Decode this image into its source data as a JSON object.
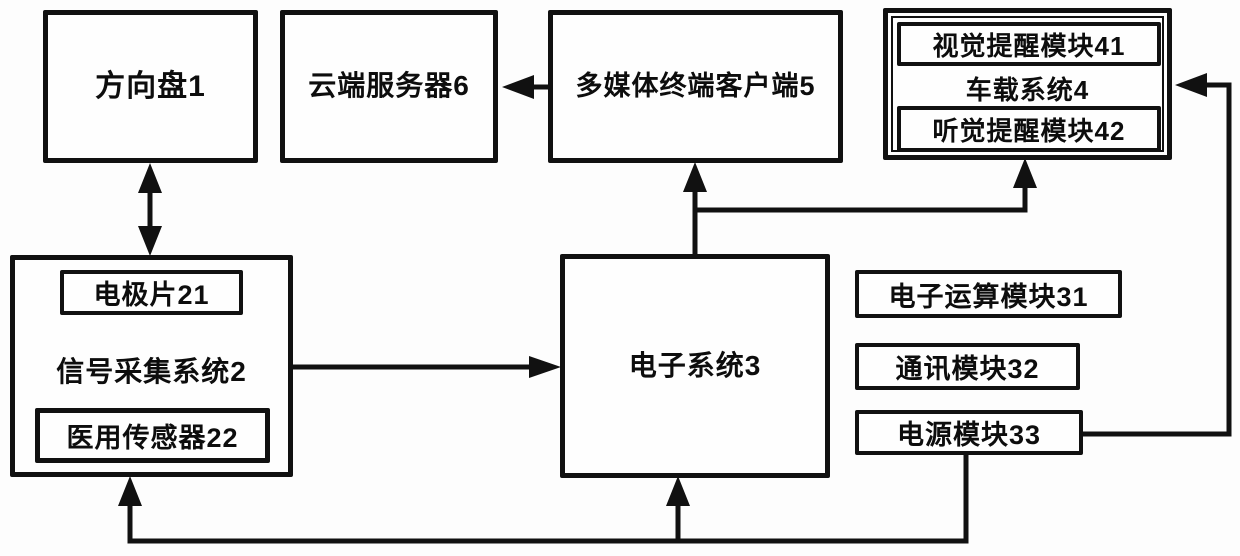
{
  "diagram": {
    "type": "patent-block-diagram",
    "colors": {
      "line": "#111111",
      "background": "#fdfdfd",
      "text": "#0d0d0d"
    },
    "nodes": {
      "steering_wheel": {
        "label": "方向盘1"
      },
      "cloud_server": {
        "label": "云端服务器6"
      },
      "multimedia_client": {
        "label": "多媒体终端客户端5"
      },
      "vehicle_system": {
        "label": "车载系统4"
      },
      "visual_reminder_module": {
        "label": "视觉提醒模块41"
      },
      "auditory_reminder_module": {
        "label": "听觉提醒模块42"
      },
      "signal_acquisition_system": {
        "label": "信号采集系统2"
      },
      "electrode_pad": {
        "label": "电极片21"
      },
      "medical_sensor": {
        "label": "医用传感器22"
      },
      "electronic_system": {
        "label": "电子系统3"
      },
      "computing_module": {
        "label": "电子运算模块31"
      },
      "communication_module": {
        "label": "通讯模块32"
      },
      "power_module": {
        "label": "电源模块33"
      }
    },
    "connections": [
      {
        "from": "steering_wheel",
        "to": "signal_acquisition_system",
        "style": "double-arrow"
      },
      {
        "from": "multimedia_client",
        "to": "cloud_server",
        "style": "arrow"
      },
      {
        "from": "signal_acquisition_system",
        "to": "electronic_system",
        "style": "arrow"
      },
      {
        "from": "electronic_system",
        "to": "multimedia_client",
        "style": "arrow"
      },
      {
        "from": "electronic_system",
        "to": "vehicle_system",
        "style": "arrow"
      },
      {
        "from": "power_module",
        "to": "vehicle_system",
        "style": "arrow"
      },
      {
        "from": "power_module",
        "to": "signal_acquisition_system",
        "style": "arrow"
      },
      {
        "from": "power_module",
        "to": "electronic_system",
        "style": "arrow"
      }
    ]
  }
}
